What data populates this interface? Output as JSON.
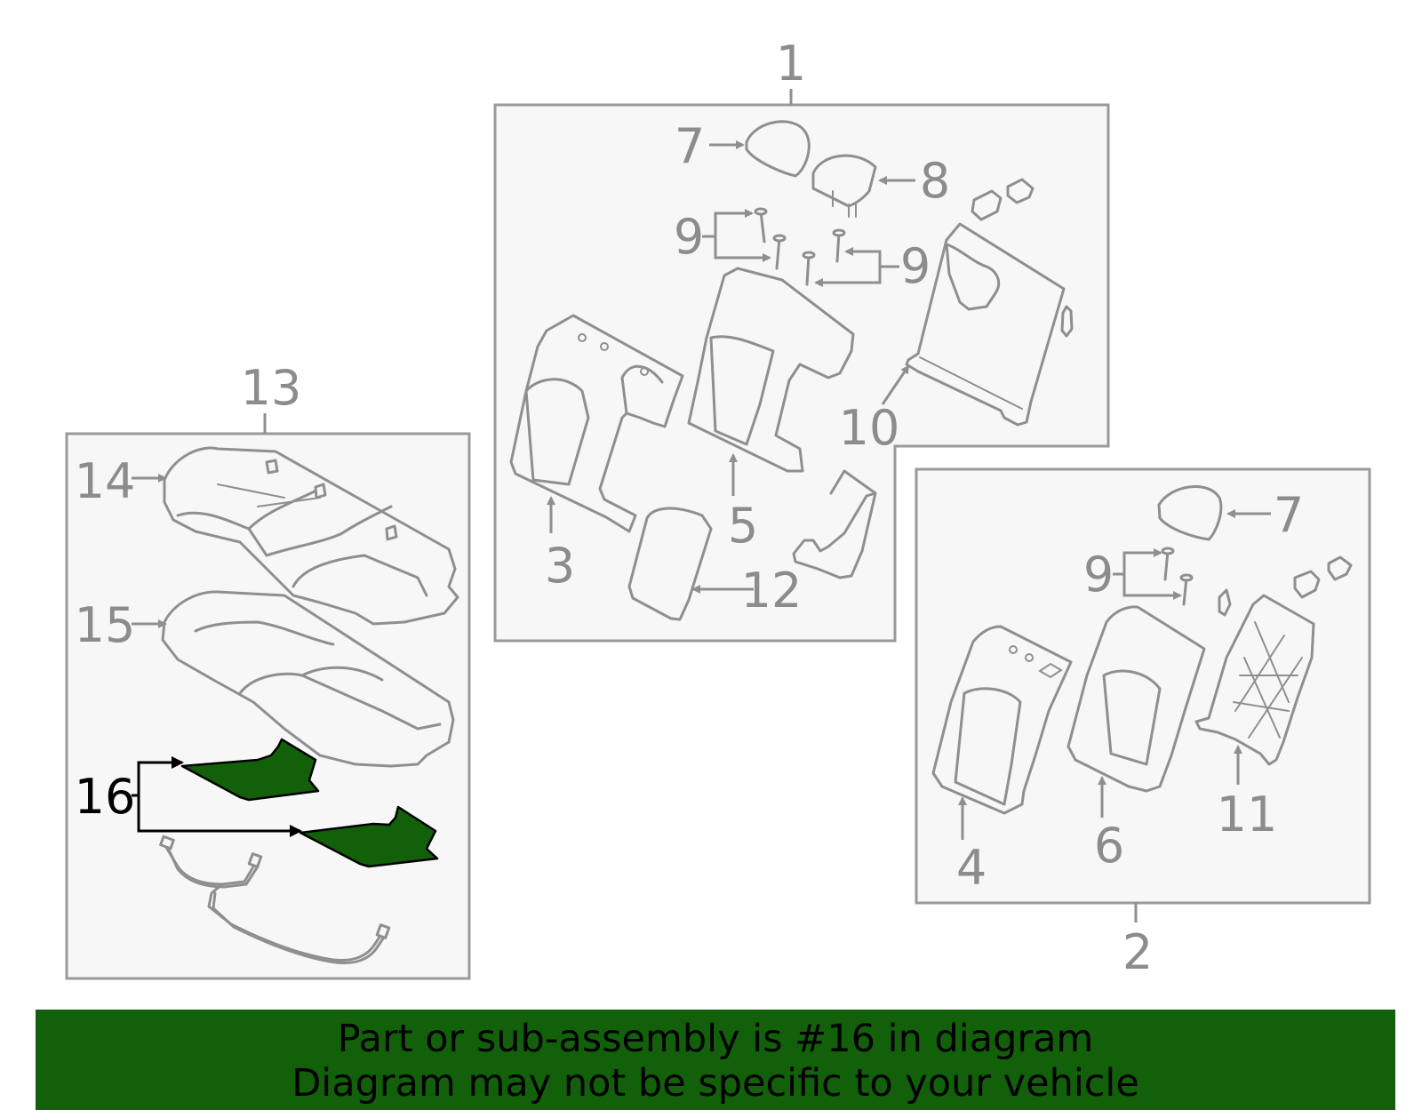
{
  "callouts": {
    "c1": "1",
    "c2": "2",
    "c3": "3",
    "c4": "4",
    "c5": "5",
    "c6": "6",
    "c7a": "7",
    "c7b": "7",
    "c8": "8",
    "c9a": "9",
    "c9b": "9",
    "c9c": "9",
    "c10": "10",
    "c11": "11",
    "c12": "12",
    "c13": "13",
    "c14": "14",
    "c15": "15",
    "c16": "16"
  },
  "highlight": {
    "part_number": "16",
    "color": "#13600b"
  },
  "banner": {
    "line1": "Part or sub-assembly is #16 in diagram",
    "line2": "Diagram may not be specific to your vehicle"
  }
}
